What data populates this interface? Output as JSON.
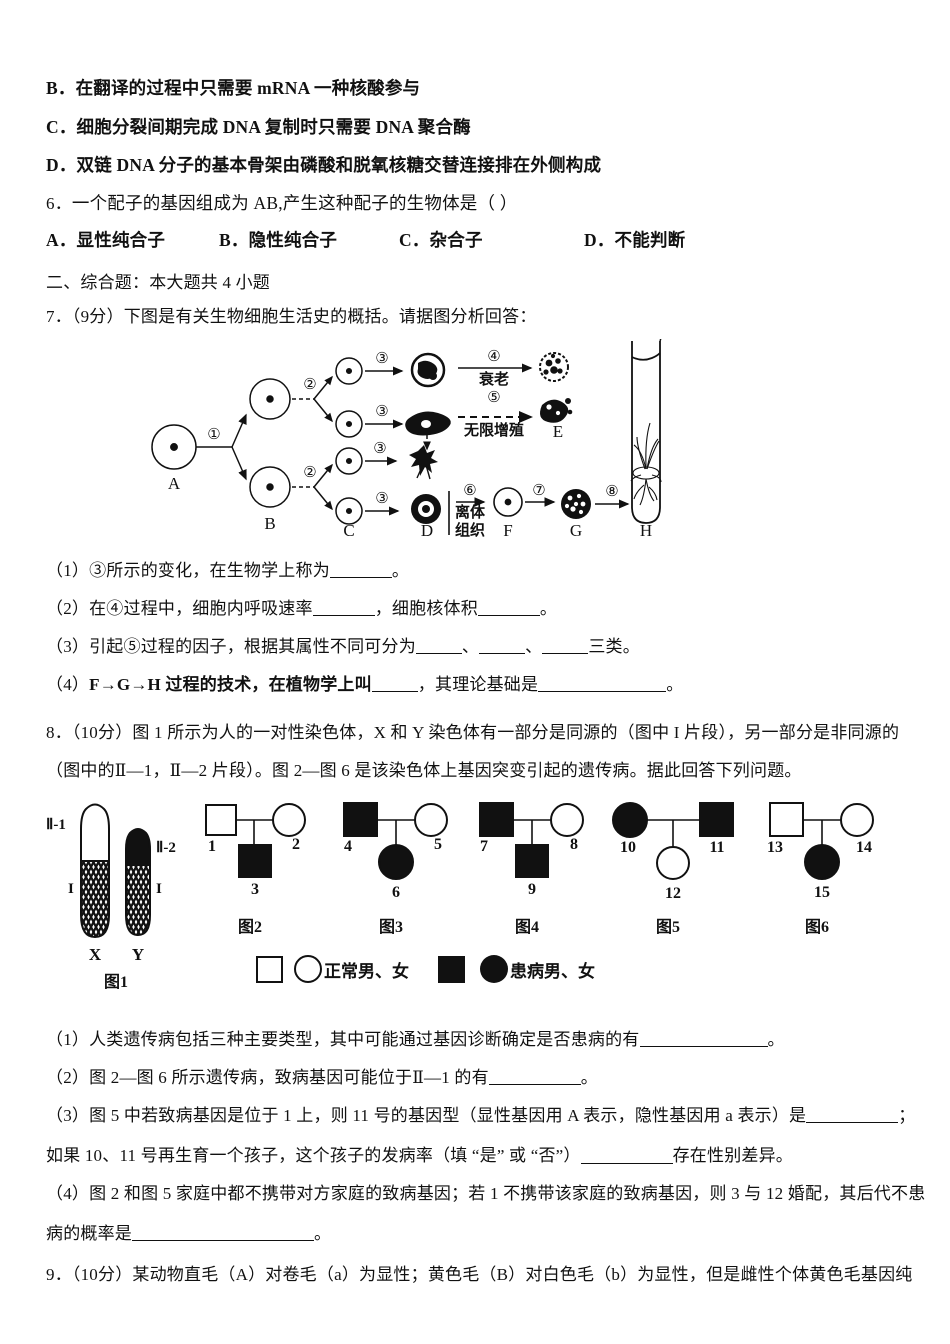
{
  "document": {
    "type": "exam-paper",
    "subject": "biology"
  },
  "q5_options": {
    "b_label": "B．",
    "b_text": "在翻译的过程中只需要 mRNA 一种核酸参与",
    "c_label": "C．",
    "c_text": "细胞分裂间期完成 DNA 复制时只需要 DNA 聚合酶",
    "d_label": "D．",
    "d_text": "双链 DNA 分子的基本骨架由磷酸和脱氧核糖交替连接排在外侧构成"
  },
  "q6": {
    "number": "6．",
    "stem": "一个配子的基因组成为 AB,产生这种配子的生物体是（ ）",
    "options": [
      {
        "label": "A．",
        "text": "显性纯合子"
      },
      {
        "label": "B．",
        "text": "隐性纯合子"
      },
      {
        "label": "C．",
        "text": "杂合子"
      },
      {
        "label": "D．",
        "text": "不能判断"
      }
    ]
  },
  "section2": {
    "heading": "二、综合题：本大题共 4 小题"
  },
  "q7": {
    "number": "7．",
    "score": "（9分）",
    "stem": "下图是有关生物细胞生活史的概括。请据图分析回答：",
    "figure": {
      "name": "cell-life-history-diagram",
      "stage_labels": [
        "A",
        "B",
        "C",
        "D",
        "E",
        "F",
        "G",
        "H"
      ],
      "process_numbers": [
        "①",
        "②",
        "③",
        "④",
        "⑤",
        "⑥",
        "⑦",
        "⑧"
      ],
      "annotations": [
        {
          "number": "④",
          "text": "衰老"
        },
        {
          "number": "⑤",
          "text": "无限增殖"
        },
        {
          "number": "⑥",
          "text": "离体\n组织"
        }
      ],
      "annotation_aging": "衰老",
      "annotation_unlimited": "无限增殖",
      "annotation_tissue_line1": "离体",
      "annotation_tissue_line2": "组织"
    },
    "sub": [
      {
        "no": "（1）",
        "parts": [
          "③所示的变化，在生物学上称为",
          "。"
        ],
        "blanks": [
          "m"
        ]
      },
      {
        "no": "（2）",
        "parts": [
          "在④过程中，细胞内呼吸速率",
          "，细胞核体积",
          "。"
        ],
        "blanks": [
          "m",
          "m"
        ]
      },
      {
        "no": "（3）",
        "parts": [
          "引起⑤过程的因子，根据其属性不同可分为",
          "、",
          "、",
          "三类。"
        ],
        "blanks": [
          "s",
          "s",
          "s"
        ]
      },
      {
        "no": "（4）",
        "parts": [
          "F→G→H 过程的技术，在植物学上叫",
          "，其理论基础是",
          "。"
        ],
        "blanks": [
          "s",
          "xl"
        ]
      }
    ]
  },
  "q8": {
    "number": "8．",
    "score": "（10分）",
    "stem_line1": "图 1 所示为人的一对性染色体，X 和 Y 染色体有一部分是同源的（图中 I 片段），另一部分是非同源的",
    "stem_line2": "（图中的Ⅱ—1，Ⅱ—2 片段）。图 2—图 6 是该染色体上基因突变引起的遗传病。据此回答下列问题。",
    "figure1": {
      "name": "sex-chromosome-diagram",
      "caption": "图1",
      "labels": {
        "left_seg": "Ⅱ-1",
        "right_seg": "Ⅱ-2",
        "homolog_left": "I",
        "homolog_right": "I",
        "x": "X",
        "y": "Y"
      }
    },
    "pedigrees": [
      {
        "caption": "图2",
        "members": [
          {
            "id": "1",
            "sex": "male",
            "affected": false
          },
          {
            "id": "2",
            "sex": "female",
            "affected": false
          },
          {
            "id": "3",
            "sex": "male",
            "affected": true
          }
        ]
      },
      {
        "caption": "图3",
        "members": [
          {
            "id": "4",
            "sex": "male",
            "affected": true
          },
          {
            "id": "5",
            "sex": "female",
            "affected": false
          },
          {
            "id": "6",
            "sex": "female",
            "affected": true
          }
        ]
      },
      {
        "caption": "图4",
        "members": [
          {
            "id": "7",
            "sex": "male",
            "affected": true
          },
          {
            "id": "8",
            "sex": "female",
            "affected": false
          },
          {
            "id": "9",
            "sex": "male",
            "affected": true
          }
        ]
      },
      {
        "caption": "图5",
        "members": [
          {
            "id": "10",
            "sex": "female",
            "affected": true
          },
          {
            "id": "11",
            "sex": "male",
            "affected": true
          },
          {
            "id": "12",
            "sex": "female",
            "affected": false
          }
        ]
      },
      {
        "caption": "图6",
        "members": [
          {
            "id": "13",
            "sex": "male",
            "affected": false
          },
          {
            "id": "14",
            "sex": "female",
            "affected": false
          },
          {
            "id": "15",
            "sex": "female",
            "affected": true
          }
        ]
      }
    ],
    "legend": {
      "normal_text": "正常男、女",
      "affected_text": "患病男、女"
    },
    "sub": [
      {
        "no": "（1）",
        "text_before": "人类遗传病包括三种主要类型，其中可能通过基因诊断确定是否患病的有",
        "text_after": "。"
      },
      {
        "no": "（2）",
        "text_before": "图 2—图 6 所示遗传病，致病基因可能位于Ⅱ—1 的有",
        "text_after": "。"
      },
      {
        "no": "（3）",
        "text_before": "图 5 中若致病基因是位于 1 上，则 11 号的基因型（显性基因用 A 表示，隐性基因用 a 表示）是",
        "text_after": "；"
      },
      {
        "no": "",
        "text_before": "如果 10、11 号再生育一个孩子，这个孩子的发病率（填 “是” 或 “否”）",
        "text_after": "存在性别差异。"
      },
      {
        "no": "（4）",
        "text_before": "图 2 和图 5 家庭中都不携带对方家庭的致病基因；若 1 不携带该家庭的致病基因，则 3 与 12 婚配，其后代不患",
        "text_after": ""
      },
      {
        "no": "",
        "text_before": "病的概率是",
        "text_after": "。"
      }
    ]
  },
  "q9": {
    "number": "9．",
    "score": "（10分）",
    "stem": "某动物直毛（A）对卷毛（a）为显性；黄色毛（B）对白色毛（b）为显性，但是雌性个体黄色毛基因纯"
  },
  "colors": {
    "ink": "#111111",
    "paper": "#ffffff"
  }
}
